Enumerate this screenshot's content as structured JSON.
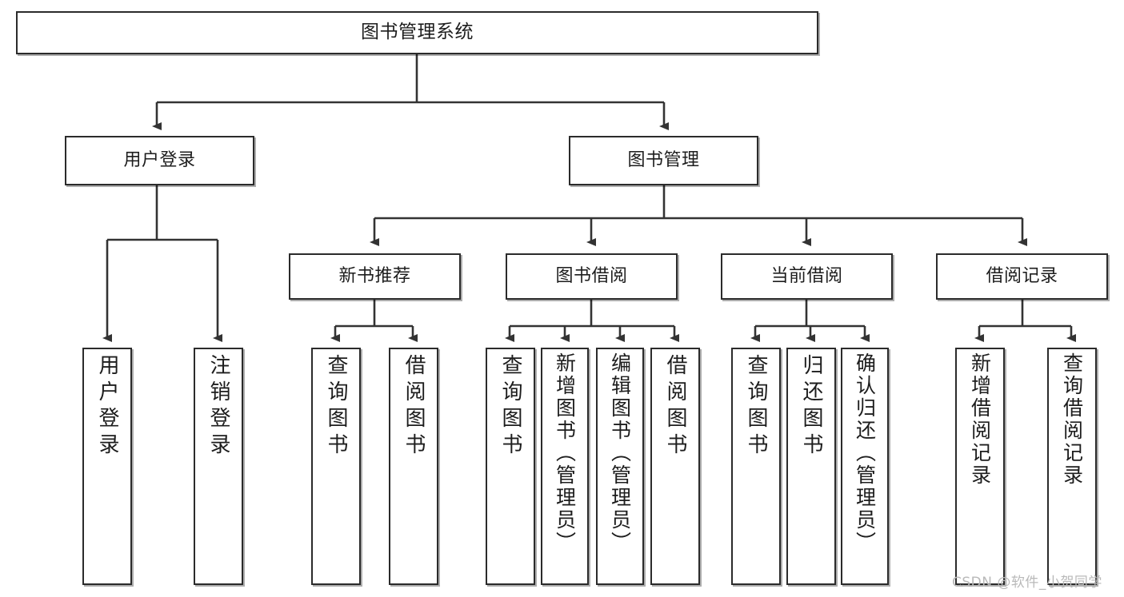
{
  "diagram": {
    "type": "tree",
    "title": "图书管理系统",
    "watermark": "CSDN @软件_小贺同学",
    "colors": {
      "box_border": "#2b2b2b",
      "box_fill": "#ffffff",
      "connector": "#333333",
      "text": "#1d1d1d",
      "watermark": "#b9b9b9"
    },
    "nodes": {
      "root": "图书管理系统",
      "level2": {
        "user_login": "用户登录",
        "book_manage": "图书管理"
      },
      "level3": {
        "new_book_rec": "新书推荐",
        "book_borrow": "图书借阅",
        "current_borrow": "当前借阅",
        "borrow_record": "借阅记录"
      },
      "leaves": {
        "login_1": "用户登录",
        "login_2": "注销登录",
        "rec_1": "查询图书",
        "rec_2": "借阅图书",
        "borrow_1": "查询图书",
        "borrow_2": "新增图书（管理员）",
        "borrow_3": "编辑图书（管理员）",
        "borrow_4": "借阅图书",
        "cur_1": "查询图书",
        "cur_2": "归还图书",
        "cur_3": "确认归还（管理员）",
        "rcd_1": "新增借阅记录",
        "rcd_2": "查询借阅记录"
      }
    }
  }
}
